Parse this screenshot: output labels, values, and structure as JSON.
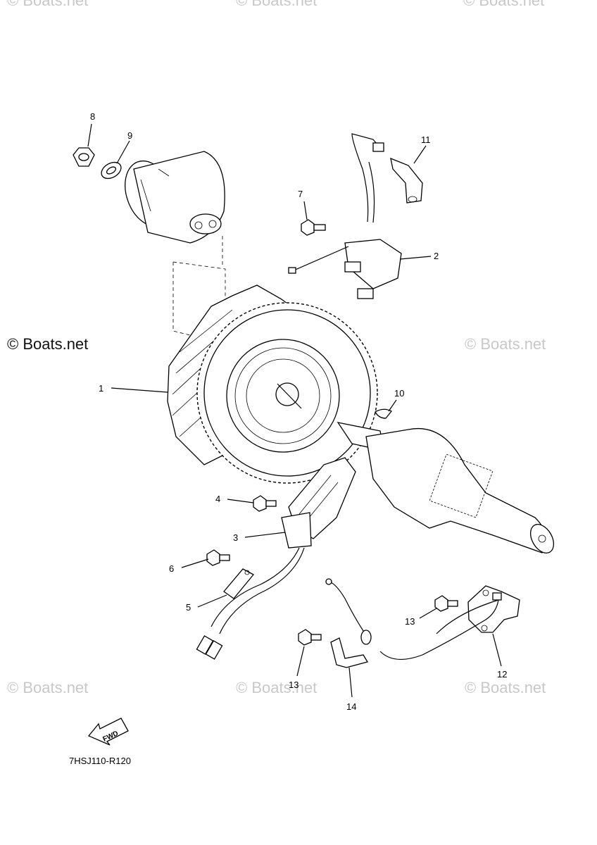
{
  "watermark": {
    "text": "© Boats.net",
    "main_text": "© Boats.net"
  },
  "callouts": {
    "c1": "1",
    "c2": "2",
    "c3": "3",
    "c4": "4",
    "c5": "5",
    "c6": "6",
    "c7": "7",
    "c8": "8",
    "c9": "9",
    "c10": "10",
    "c11": "11",
    "c12": "12",
    "c13a": "13",
    "c13b": "13",
    "c14": "14"
  },
  "fwd_label": "FWD",
  "diagram_code": "7HSJ110-R120"
}
